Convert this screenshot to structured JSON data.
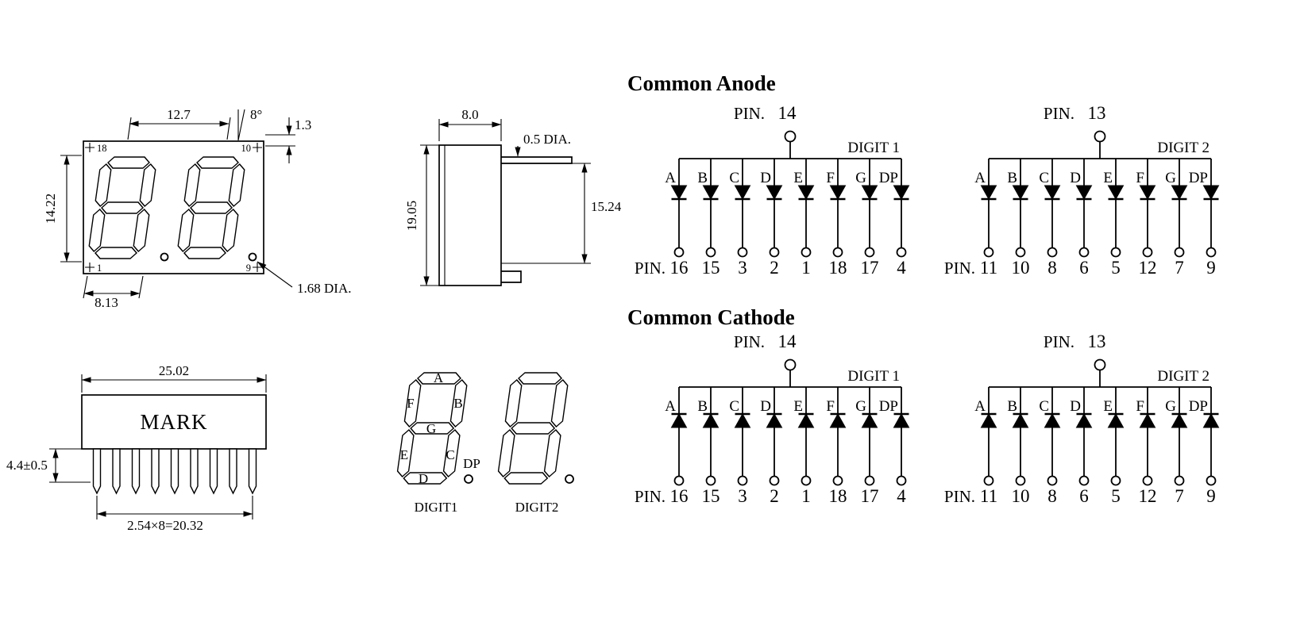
{
  "front_view": {
    "dim_pitch": "12.7",
    "dim_angle": "8°",
    "dim_gap": "1.3",
    "dim_height": "14.22",
    "dim_digit_width": "8.13",
    "dim_dp": "1.68 DIA.",
    "pin_top_left": "18",
    "pin_top_right": "10",
    "pin_bottom_left": "1",
    "pin_bottom_right": "9"
  },
  "side_view": {
    "dim_depth": "8.0",
    "dim_lead_dia": "0.5 DIA.",
    "dim_height": "19.05",
    "dim_lead_length": "15.24"
  },
  "bottom_view": {
    "dim_width": "25.02",
    "mark_label": "MARK",
    "dim_standoff": "4.4±0.5",
    "dim_pin_pitch": "2.54×8=20.32"
  },
  "segment_view": {
    "segment_labels": {
      "a": "A",
      "b": "B",
      "c": "C",
      "d": "D",
      "e": "E",
      "f": "F",
      "g": "G",
      "dp": "DP"
    },
    "digit1_label": "DIGIT1",
    "digit2_label": "DIGIT2"
  },
  "circuits": [
    {
      "title": "Common Anode",
      "polarity": "anode",
      "digits": [
        {
          "top_pin_label": "PIN.",
          "top_pin": "14",
          "digit_label": "DIGIT 1",
          "bottom_pin_label": "PIN.",
          "segments": [
            "A",
            "B",
            "C",
            "D",
            "E",
            "F",
            "G",
            "DP"
          ],
          "pins": [
            "16",
            "15",
            "3",
            "2",
            "1",
            "18",
            "17",
            "4"
          ]
        },
        {
          "top_pin_label": "PIN.",
          "top_pin": "13",
          "digit_label": "DIGIT 2",
          "bottom_pin_label": "PIN.",
          "segments": [
            "A",
            "B",
            "C",
            "D",
            "E",
            "F",
            "G",
            "DP"
          ],
          "pins": [
            "11",
            "10",
            "8",
            "6",
            "5",
            "12",
            "7",
            "9"
          ]
        }
      ]
    },
    {
      "title": "Common Cathode",
      "polarity": "cathode",
      "digits": [
        {
          "top_pin_label": "PIN.",
          "top_pin": "14",
          "digit_label": "DIGIT 1",
          "bottom_pin_label": "PIN.",
          "segments": [
            "A",
            "B",
            "C",
            "D",
            "E",
            "F",
            "G",
            "DP"
          ],
          "pins": [
            "16",
            "15",
            "3",
            "2",
            "1",
            "18",
            "17",
            "4"
          ]
        },
        {
          "top_pin_label": "PIN.",
          "top_pin": "13",
          "digit_label": "DIGIT 2",
          "bottom_pin_label": "PIN.",
          "segments": [
            "A",
            "B",
            "C",
            "D",
            "E",
            "F",
            "G",
            "DP"
          ],
          "pins": [
            "11",
            "10",
            "8",
            "6",
            "5",
            "12",
            "7",
            "9"
          ]
        }
      ]
    }
  ]
}
